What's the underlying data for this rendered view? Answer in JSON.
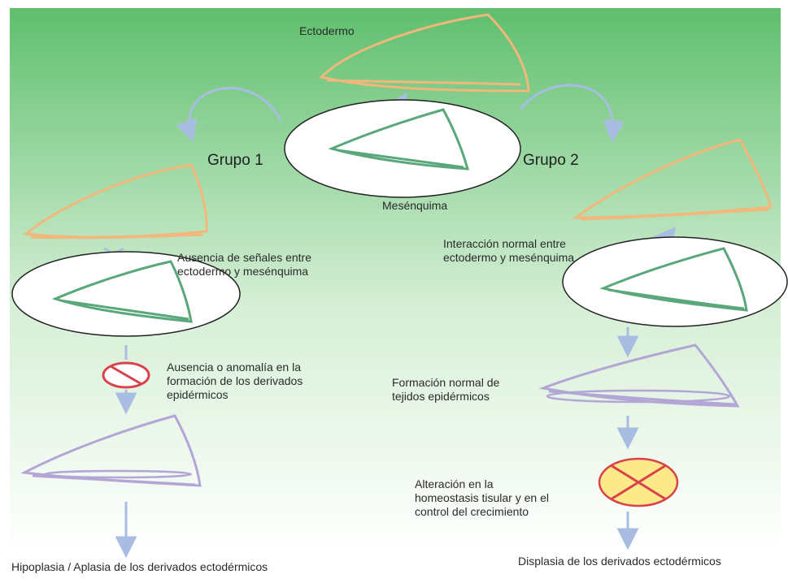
{
  "labels": {
    "ectodermo": "Ectodermo",
    "mesenquima": "Mesénquima",
    "grupo1": "Grupo 1",
    "grupo2": "Grupo 2",
    "ausencia_senales": "Ausencia de señales entre\nectodermo y mesénquima",
    "interaccion_normal": "Interacción normal entre\nectodermo y mesénquima",
    "ausencia_anomalia": "Ausencia o anomalía en la\nformación de los derivados\nepidérmicos",
    "formacion_normal": "Formación normal de\ntejidos epidérmicos",
    "alteracion": "Alteración en la\nhomeostasis tisular y en el\ncontrol del crecimiento",
    "hipoplasia": "Hipoplasia / Aplasia de los derivados ectodérmicos",
    "displasia": "Displasia de los derivados ectodérmicos"
  },
  "colors": {
    "background_top": "#ffffff",
    "background_bottom": "#5fbf6e",
    "ectoderm": "#f2b77a",
    "mesenchyme": "#5aa77c",
    "epidermal": "#b3a6d6",
    "arrow": "#a9bde3",
    "prohibition": "#d9424a",
    "alert_fill": "#fbe98a",
    "alert_stroke": "#d9424a"
  }
}
